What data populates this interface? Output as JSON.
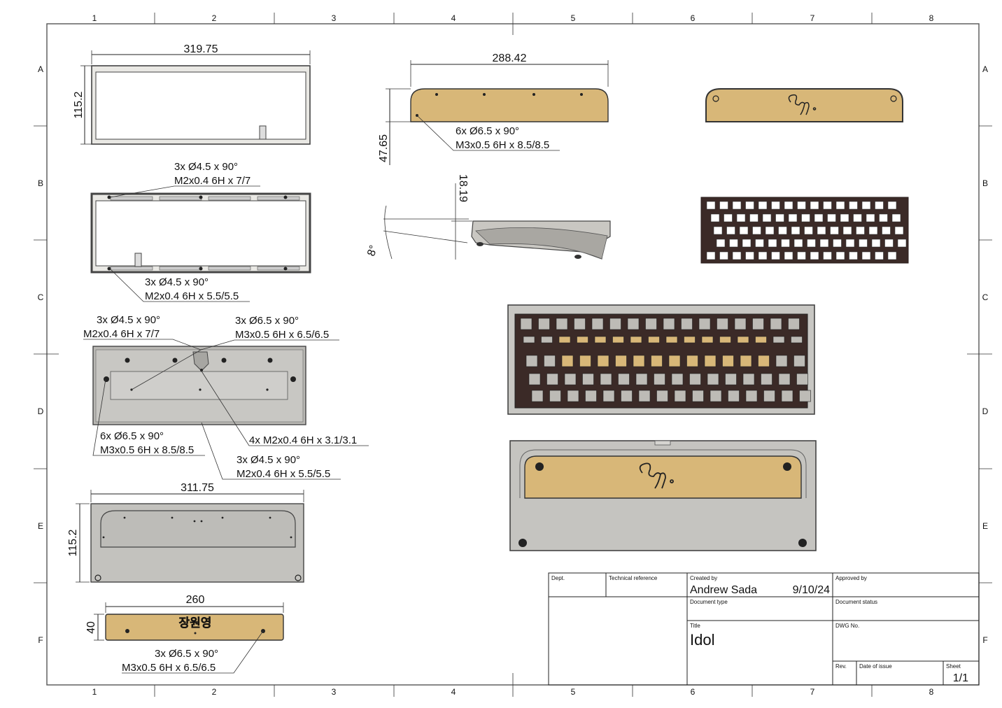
{
  "sheet": {
    "columns": [
      "1",
      "2",
      "3",
      "4",
      "5",
      "6",
      "7",
      "8"
    ],
    "rows": [
      "A",
      "B",
      "C",
      "D",
      "E",
      "F"
    ]
  },
  "title_block": {
    "dept_label": "Dept.",
    "tech_ref_label": "Technical reference",
    "created_by_label": "Created by",
    "created_by": "Andrew Sada",
    "created_date": "9/10/24",
    "approved_by_label": "Approved by",
    "document_type_label": "Document type",
    "document_status_label": "Document status",
    "title_label": "Title",
    "title": "Idol",
    "dwg_no_label": "DWG No.",
    "rev_label": "Rev.",
    "date_of_issue_label": "Date of issue",
    "sheet_label": "Sheet",
    "sheet_value": "1/1"
  },
  "dimensions": {
    "top_width": "319.75",
    "top_height": "115.2",
    "weight_width": "288.42",
    "weight_height": "47.65",
    "side_height": "18.19",
    "side_angle": "8°",
    "bottom_width": "311.75",
    "bottom_height": "115.2",
    "badge_width": "260",
    "badge_height": "40"
  },
  "callouts": {
    "b_top_1": "3x Ø4.5 x 90°",
    "b_top_2": "M2x0.4 6H x 7/7",
    "b_bot_1": "3x Ø4.5 x 90°",
    "b_bot_2": "M2x0.4 6H x 5.5/5.5",
    "weight_1": "6x Ø6.5 x 90°",
    "weight_2": "M3x0.5 6H x 8.5/8.5",
    "d_tl_1": "3x Ø4.5 x 90°",
    "d_tl_2": "M2x0.4 6H x 7/7",
    "d_tr_1": "3x Ø6.5 x 90°",
    "d_tr_2": "M3x0.5 6H x 6.5/6.5",
    "d_bl_1": "6x Ø6.5 x 90°",
    "d_bl_2": "M3x0.5 6H x 8.5/8.5",
    "d_mr_1": "4x M2x0.4 6H x 3.1/3.1",
    "d_br_1": "3x Ø4.5 x 90°",
    "d_br_2": "M2x0.4 6H x 5.5/5.5",
    "badge_1": "3x Ø6.5 x 90°",
    "badge_2": "M3x0.5 6H x 6.5/6.5"
  },
  "badge_text": "장원영"
}
